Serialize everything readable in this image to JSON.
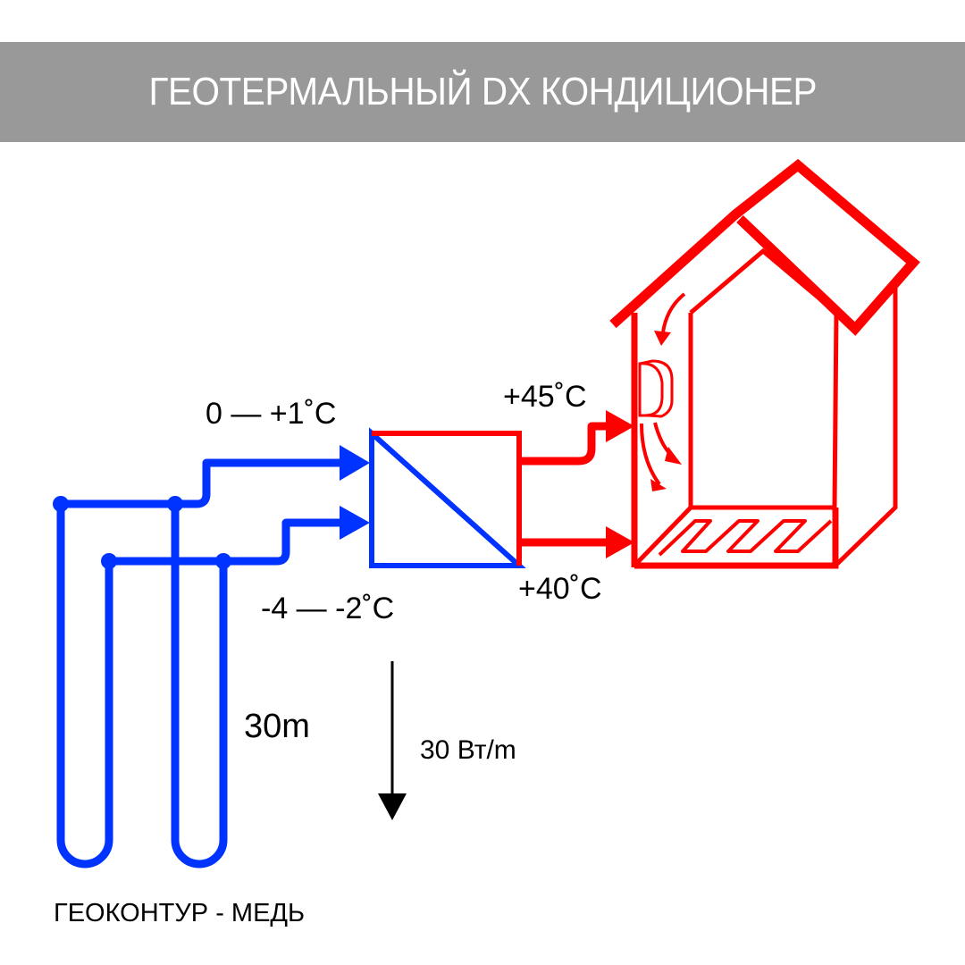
{
  "header": {
    "title": "ГЕОТЕРМАЛЬНЫЙ DX КОНДИЦИОНЕР"
  },
  "labels": {
    "cold_supply_temp": "0 — +1˚C",
    "cold_return_temp": "-4 — -2˚C",
    "hot_supply_temp": "+45˚C",
    "hot_return_temp": "+40˚C",
    "borehole_depth": "30m",
    "heat_flux": "30 Вт/m",
    "loop_caption": "ГЕОКОНТУР - МЕДЬ"
  },
  "colors": {
    "banner_bg": "#999999",
    "banner_text": "#ffffff",
    "cold_loop": "#0033ff",
    "hot_loop": "#ff0000",
    "text": "#000000"
  }
}
